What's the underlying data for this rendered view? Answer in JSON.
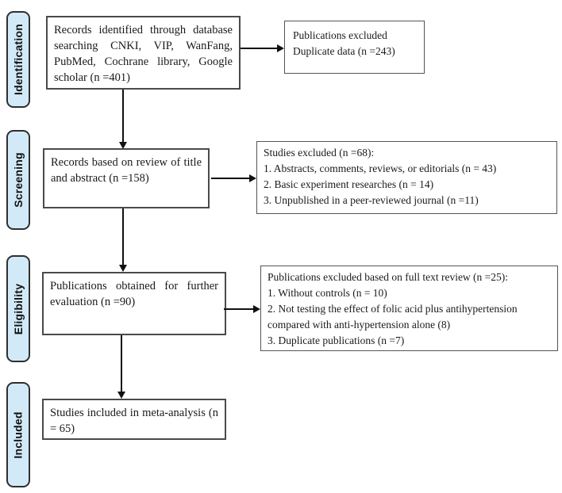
{
  "diagram": {
    "kind": "study-selection-flowchart",
    "stages": [
      {
        "label": "Identification"
      },
      {
        "label": "Screening"
      },
      {
        "label": "Eligibility"
      },
      {
        "label": "Included"
      }
    ],
    "main_boxes": [
      {
        "text": "Records identified through database searching CNKI, VIP, WanFang, PubMed, Cochrane library, Google scholar (n =401)"
      },
      {
        "text": "Records based on review of title and abstract (n =158)"
      },
      {
        "text": "Publications obtained for further evaluation (n =90)"
      },
      {
        "text": "Studies included in meta-analysis (n = 65)"
      }
    ],
    "side_boxes": [
      {
        "lines": [
          "Publications excluded",
          "Duplicate data (n =243)"
        ]
      },
      {
        "lines": [
          "Studies excluded (n =68):",
          "1. Abstracts, comments, reviews, or editorials (n = 43)",
          "2. Basic experiment researches (n = 14)",
          "3. Unpublished in a peer-reviewed journal (n =11)"
        ]
      },
      {
        "lines": [
          "Publications excluded based on full text review (n =25):",
          "1. Without controls (n = 10)",
          "2. Not testing the effect of folic acid plus antihypertension compared with anti-hypertension alone (8)",
          "3. Duplicate publications (n =7)"
        ]
      }
    ],
    "colors": {
      "stage_fill": "#d2eaf8",
      "stage_border": "#2f2f2f",
      "box_border": "#4a4a4a",
      "arrow": "#111111",
      "background": "#ffffff",
      "text": "#1a1a1a"
    }
  }
}
